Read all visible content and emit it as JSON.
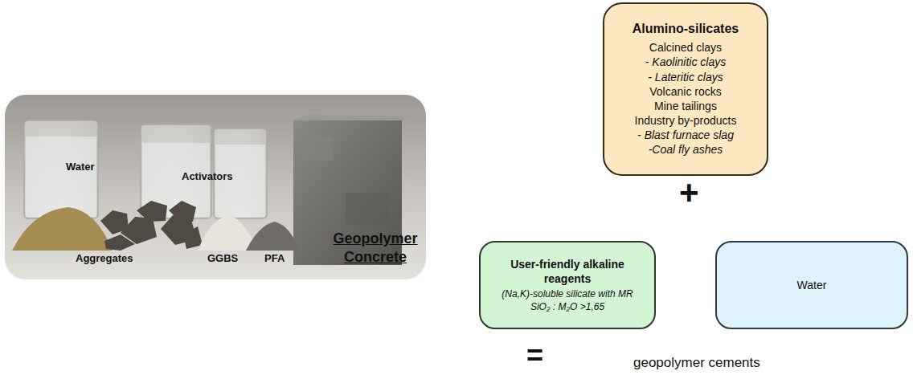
{
  "diagram": {
    "nodes": [
      {
        "text": [
          "Alumino-silicates",
          "Calcined clays",
          "- Kaolinitic clays",
          "- Lateritic clays",
          "Volcanic rocks",
          "Mine tailings",
          "Industry by-products",
          "- Blast furnace slag",
          "-Coal fly ashes"
        ]
      },
      {
        "text": [
          "User-friendly alkaline reagents",
          "(Na,K)-soluble silicate with MR SiO₂ : M₂O >1,65"
        ]
      },
      {
        "text": [
          "Water"
        ]
      }
    ],
    "labels": [
      "Water",
      "Activators",
      "Aggregates",
      "GGBS",
      "PFA",
      "Geopolymer Concrete",
      "+",
      "=",
      "geopolymer cements"
    ]
  }
}
